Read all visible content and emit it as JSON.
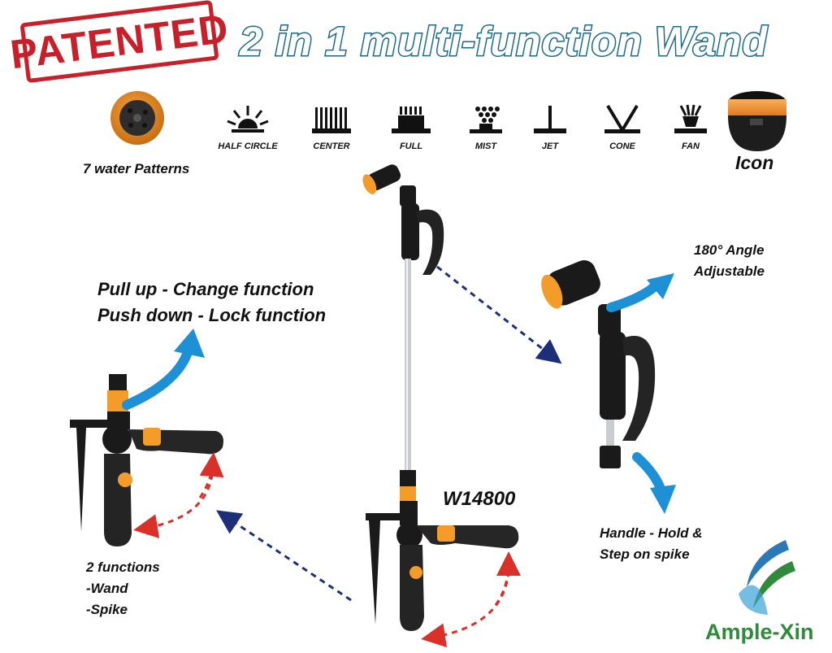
{
  "stamp": {
    "text": "PATENTED",
    "color": "#c8202a"
  },
  "headline": {
    "text": "2 in 1 multi-function Wand",
    "color": "#1c6a8a"
  },
  "water_patterns": {
    "caption": "7 water Patterns"
  },
  "patterns": [
    {
      "label": "HALF CIRCLE",
      "icon": "half-circle-icon"
    },
    {
      "label": "CENTER",
      "icon": "center-icon"
    },
    {
      "label": "FULL",
      "icon": "full-icon"
    },
    {
      "label": "MIST",
      "icon": "mist-icon"
    },
    {
      "label": "JET",
      "icon": "jet-icon"
    },
    {
      "label": "CONE",
      "icon": "cone-icon"
    },
    {
      "label": "FAN",
      "icon": "fan-icon"
    }
  ],
  "icon_caption": "Icon",
  "function_text": {
    "line1": "Pull up - Change function",
    "line2": "Push down - Lock function"
  },
  "model": "W14800",
  "angle_text": {
    "line1": "180° Angle",
    "line2": "Adjustable"
  },
  "handle_text": {
    "line1": "Handle - Hold &",
    "line2": "Step on spike"
  },
  "functions_text": {
    "line1": "2 functions",
    "line2": "-Wand",
    "line3": "-Spike"
  },
  "brand": {
    "name": "Ample-Xin",
    "color": "#2f8a3a"
  },
  "colors": {
    "orange": "#f39c2a",
    "dark": "#1a1a1a",
    "arrow_blue": "#1e90d6",
    "dashed_navy": "#1e2f7a",
    "dashed_red": "#d9302a"
  }
}
